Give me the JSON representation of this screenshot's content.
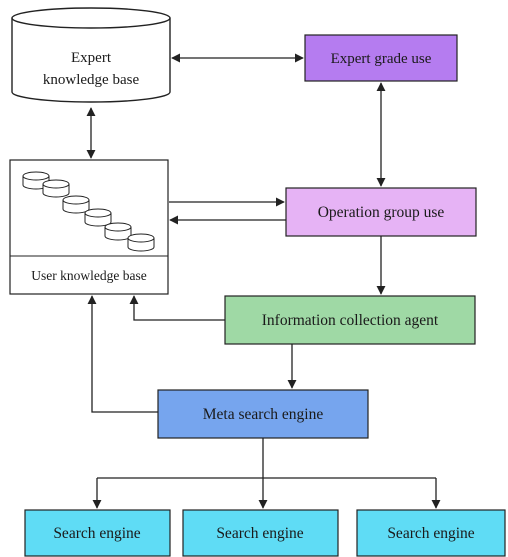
{
  "nodes": {
    "expert_kb": {
      "line1": "Expert",
      "line2": "knowledge base"
    },
    "expert_grade": {
      "label": "Expert grade use",
      "fill": "#b57cf0"
    },
    "user_kb": {
      "label": "User knowledge base"
    },
    "operation_group": {
      "label": "Operation group use",
      "fill": "#e6b3f5"
    },
    "info_agent": {
      "label": "Information collection agent",
      "fill": "#9fd9a5"
    },
    "meta_search": {
      "label": "Meta search engine",
      "fill": "#76a5ee"
    },
    "search_engines": [
      {
        "label": "Search engine",
        "fill": "#5fdcf5"
      },
      {
        "label": "Search engine",
        "fill": "#5fdcf5"
      },
      {
        "label": "Search engine",
        "fill": "#5fdcf5"
      }
    ]
  },
  "colors": {
    "stroke": "#222222",
    "text": "#1a1a1a"
  }
}
